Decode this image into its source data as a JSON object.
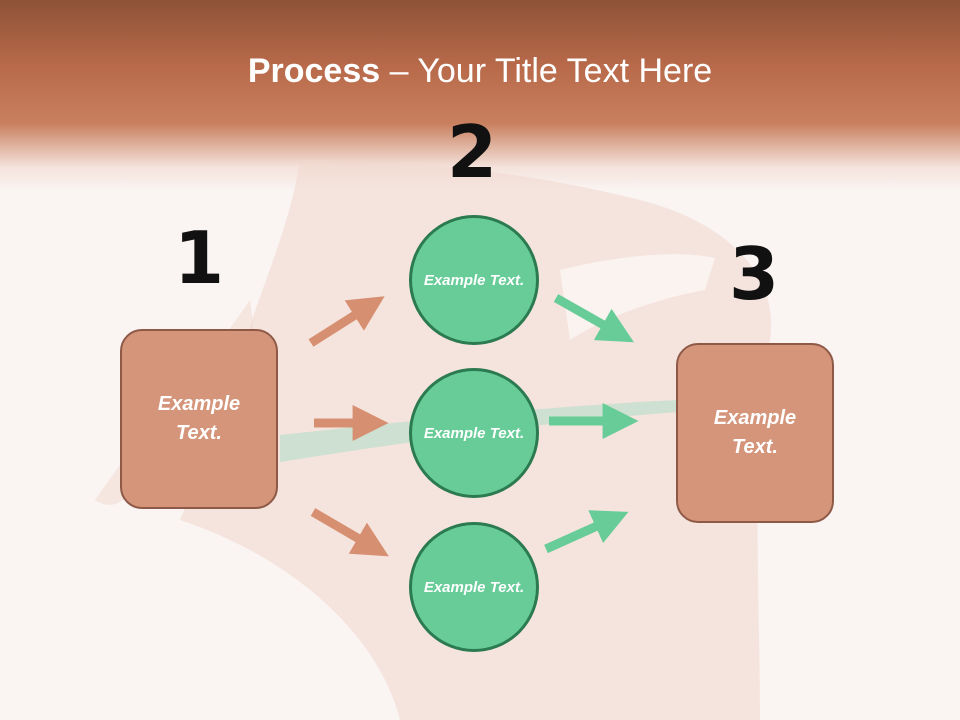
{
  "title": {
    "bold": "Process",
    "rest": " – Your Title Text Here"
  },
  "steps": [
    {
      "number": "1",
      "text": "Example Text."
    },
    {
      "number": "2",
      "items": [
        "Example Text.",
        "Example Text.",
        "Example Text."
      ]
    },
    {
      "number": "3",
      "text": "Example Text."
    }
  ],
  "colors": {
    "box_fill": "#d5957a",
    "circle_fill": "#67cc97",
    "arrow_in": "#d68f70",
    "arrow_out": "#67cc97",
    "header": "#c9805f"
  }
}
